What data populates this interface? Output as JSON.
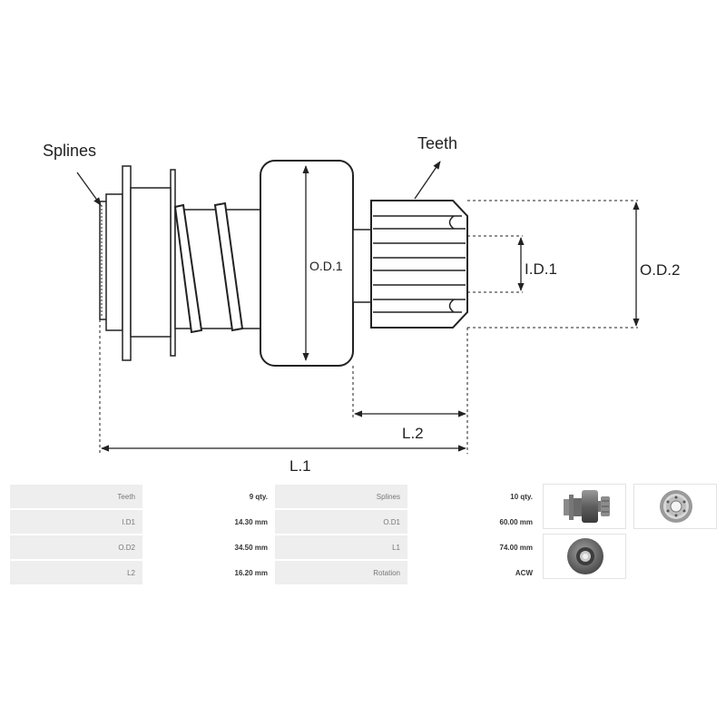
{
  "diagram": {
    "labels": {
      "splines": "Splines",
      "teeth": "Teeth",
      "od1": "O.D.1",
      "id1": "I.D.1",
      "od2": "O.D.2",
      "l1": "L.1",
      "l2": "L.2"
    }
  },
  "specs": {
    "rows": [
      [
        {
          "label": "Teeth",
          "value": "9 qty."
        },
        {
          "label": "Splines",
          "value": "10 qty."
        }
      ],
      [
        {
          "label": "I.D1",
          "value": "14.30 mm"
        },
        {
          "label": "O.D1",
          "value": "60.00 mm"
        }
      ],
      [
        {
          "label": "O.D2",
          "value": "34.50 mm"
        },
        {
          "label": "L1",
          "value": "74.00 mm"
        }
      ],
      [
        {
          "label": "L2",
          "value": "16.20 mm"
        },
        {
          "label": "Rotation",
          "value": "ACW"
        }
      ]
    ]
  },
  "thumbnails": [
    {
      "icon": "pinion-side-view-icon"
    },
    {
      "icon": "pinion-front-view-icon"
    },
    {
      "icon": "pinion-back-view-icon"
    }
  ]
}
